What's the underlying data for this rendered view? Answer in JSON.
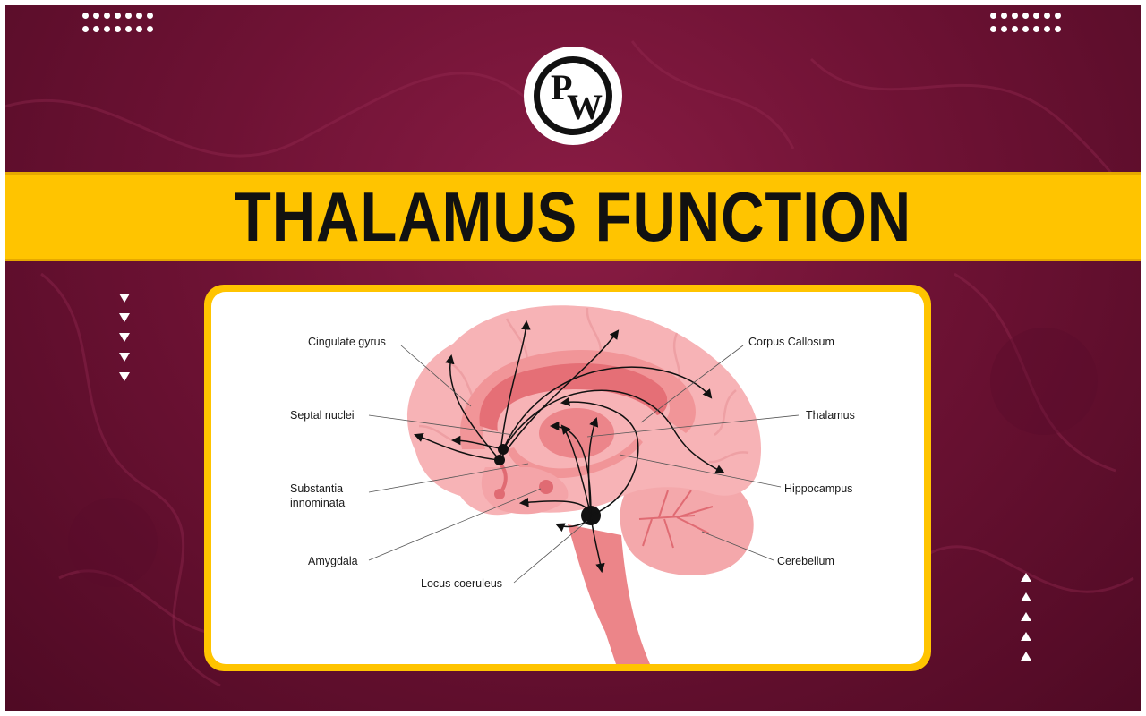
{
  "brand": {
    "logo_letters": [
      "P",
      "W"
    ]
  },
  "title": "THALAMUS FUNCTION",
  "colors": {
    "background": "#6e1234",
    "banner": "#ffc400",
    "panel_border": "#ffc400",
    "brain_light": "#f7b3b6",
    "brain_mid": "#f19598",
    "brain_dark": "#e56f76"
  },
  "decor": {
    "dot_grid_icon": "dot-grid",
    "triangle_down_icon": "triangle-down",
    "triangle_up_icon": "triangle-up"
  },
  "diagram": {
    "labels": {
      "cingulate_gyrus": "Cingulate gyrus",
      "septal_nuclei": "Septal nuclei",
      "substantia_innominata": [
        "Substantia",
        "innominata"
      ],
      "amygdala": "Amygdala",
      "locus_coeruleus": "Locus coeruleus",
      "corpus_callosum": "Corpus Callosum",
      "thalamus": "Thalamus",
      "hippocampus": "Hippocampus",
      "cerebellum": "Cerebellum"
    }
  }
}
